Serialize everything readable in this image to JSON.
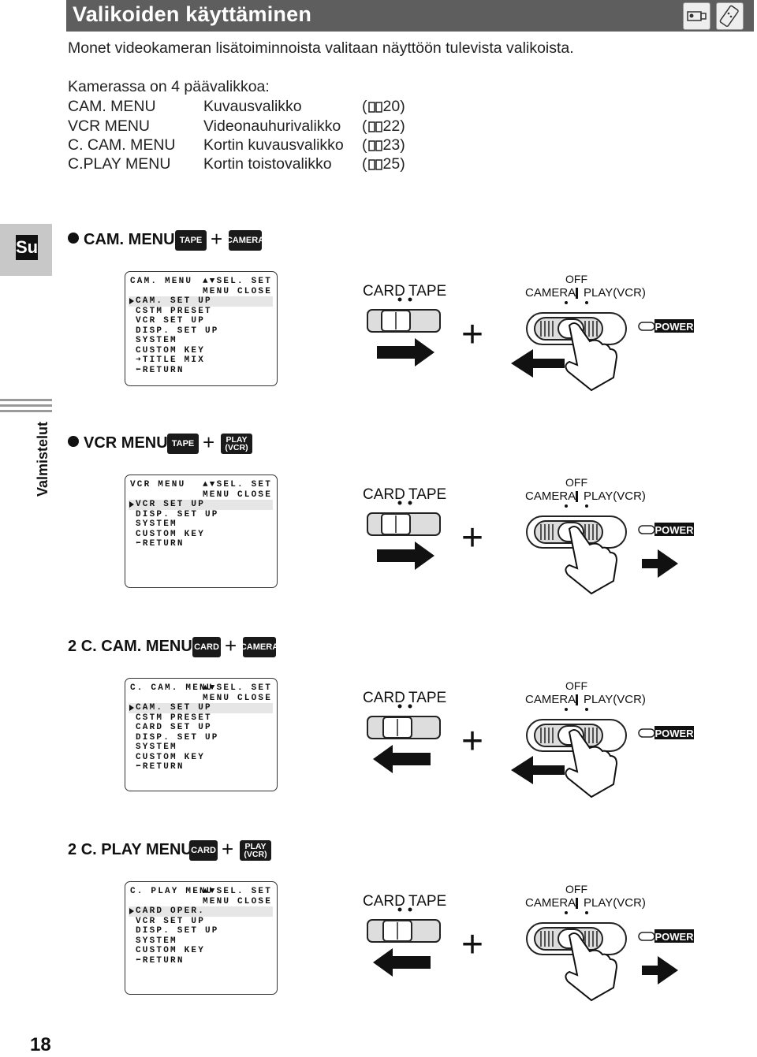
{
  "header": {
    "title": "Valikoiden käyttäminen",
    "icons": [
      "camcorder-icon",
      "remote-control-icon"
    ]
  },
  "intro": {
    "lead": "Monet videokameran lisätoiminnoista valitaan näyttöön tulevista valikoista.",
    "count_text": "Kamerassa on 4 päävalikkoa:",
    "menus": [
      {
        "name": "CAM. MENU",
        "desc": "Kuvausvalikko",
        "open": "(",
        "page": "20)"
      },
      {
        "name": "VCR MENU",
        "desc": "Videonauhurivalikko",
        "open": "(",
        "page": "22)"
      },
      {
        "name": "C. CAM. MENU",
        "desc": "Kortin kuvausvalikko",
        "open": "(",
        "page": "23)"
      },
      {
        "name": "C.PLAY MENU",
        "desc": "Kortin toistovalikko",
        "open": "(",
        "page": "25)"
      }
    ]
  },
  "side": {
    "lang_tab": "Su",
    "section_label": "Valmistelut"
  },
  "sections": [
    {
      "heading": "CAM. MENU",
      "marker": "bullet",
      "badge1": "TAPE",
      "badge2": "CAMERA",
      "badge2_l2": "",
      "screen": {
        "title": "CAM. MENU",
        "sel_hint": "▲▼SEL. SET",
        "set_label": "SET",
        "close_label": "MENU CLOSE",
        "items": [
          "CAM. SET UP",
          "CSTM PRESET",
          "VCR SET UP",
          "DISP. SET UP",
          "SYSTEM",
          "CUSTOM KEY",
          "➜TITLE MIX",
          "⬅RETURN"
        ],
        "selected": 0
      },
      "card_tape": {
        "card": "CARD",
        "tape": "TAPE",
        "direction": "right"
      },
      "power": {
        "off": "OFF",
        "camera": "CAMERA",
        "play": "PLAY(VCR)",
        "power": "POWER",
        "direction": "left"
      }
    },
    {
      "heading": "VCR MENU",
      "marker": "bullet",
      "badge1": "TAPE",
      "badge2": "PLAY",
      "badge2_l2": "(VCR)",
      "screen": {
        "title": "VCR MENU",
        "sel_hint": "▲▼SEL. SET",
        "set_label": "SET",
        "close_label": "MENU CLOSE",
        "items": [
          "VCR SET UP",
          "DISP. SET UP",
          "SYSTEM",
          "CUSTOM KEY",
          "⬅RETURN"
        ],
        "selected": 0
      },
      "card_tape": {
        "card": "CARD",
        "tape": "TAPE",
        "direction": "right"
      },
      "power": {
        "off": "OFF",
        "camera": "CAMERA",
        "play": "PLAY(VCR)",
        "power": "POWER",
        "direction": "right"
      }
    },
    {
      "heading": "C. CAM. MENU",
      "marker": "2",
      "badge1": "CARD",
      "badge2": "CAMERA",
      "badge2_l2": "",
      "screen": {
        "title": "C. CAM. MENU",
        "sel_hint": "▲▼SEL. SET",
        "set_label": "SET",
        "close_label": "MENU CLOSE",
        "items": [
          "CAM. SET UP",
          "CSTM PRESET",
          "CARD SET UP",
          "DISP. SET UP",
          "SYSTEM",
          "CUSTOM KEY",
          "⬅RETURN"
        ],
        "selected": 0
      },
      "card_tape": {
        "card": "CARD",
        "tape": "TAPE",
        "direction": "left"
      },
      "power": {
        "off": "OFF",
        "camera": "CAMERA",
        "play": "PLAY(VCR)",
        "power": "POWER",
        "direction": "left"
      }
    },
    {
      "heading": "C. PLAY MENU",
      "marker": "2",
      "badge1": "CARD",
      "badge2": "PLAY",
      "badge2_l2": "(VCR)",
      "screen": {
        "title": "C. PLAY MENU",
        "sel_hint": "▲▼SEL. SET",
        "set_label": "SET",
        "close_label": "MENU CLOSE",
        "items": [
          "CARD OPER.",
          "VCR SET UP",
          "DISP. SET UP",
          "SYSTEM",
          "CUSTOM KEY",
          "⬅RETURN"
        ],
        "selected": 0
      },
      "card_tape": {
        "card": "CARD",
        "tape": "TAPE",
        "direction": "left"
      },
      "power": {
        "off": "OFF",
        "camera": "CAMERA",
        "play": "PLAY(VCR)",
        "power": "POWER",
        "direction": "right"
      }
    }
  ],
  "page_number": "18"
}
